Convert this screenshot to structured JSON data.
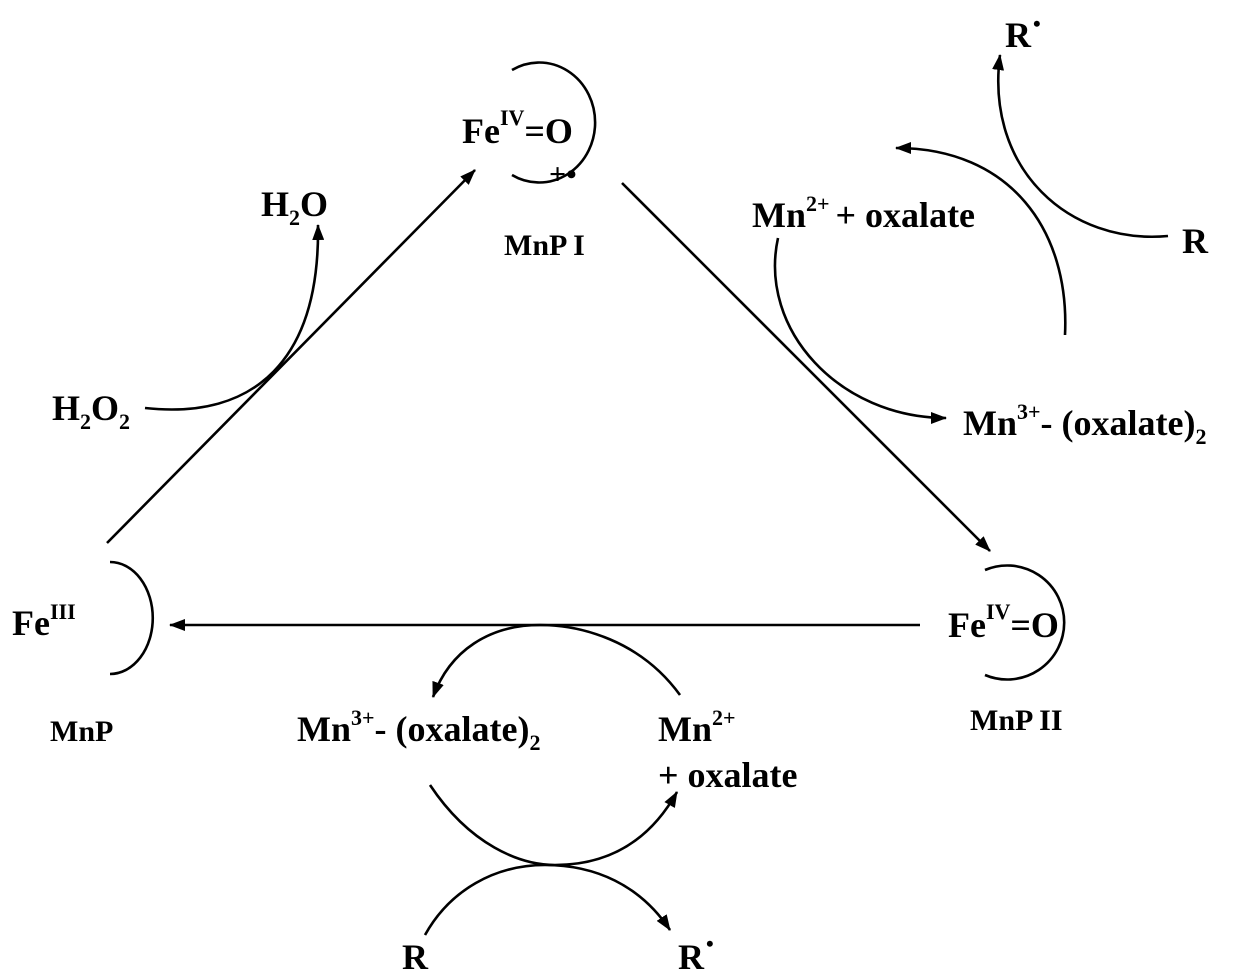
{
  "diagram": {
    "nodes": {
      "mnp": {
        "formula_base": "Fe",
        "formula_sup": "III",
        "name": "MnP"
      },
      "mnp1": {
        "formula_base": "Fe",
        "formula_sup": "IV",
        "formula_bond": "=O",
        "radical": "+•",
        "name": "MnP I"
      },
      "mnp2": {
        "formula_base": "Fe",
        "formula_sup": "IV",
        "formula_bond": "=O",
        "name": "MnP II"
      }
    },
    "h2o2_step": {
      "h2o2_a": "H",
      "h2o2_a_sub": "2",
      "h2o2_b": "O",
      "h2o2_b_sub": "2",
      "h2o_a": "H",
      "h2o_a_sub": "2",
      "h2o_b": "O"
    },
    "upper_mn_cycle": {
      "mn2": "Mn",
      "mn2_sup": "2+",
      "oxalate": "+  oxalate",
      "mn3": "Mn",
      "mn3_sup": "3+",
      "mn3_rest": "- (oxalate)",
      "mn3_sub": "2",
      "substrate": "R",
      "radical": "R",
      "radical_dot": "•"
    },
    "lower_mn_cycle": {
      "mn3": "Mn",
      "mn3_sup": "3+",
      "mn3_rest": "- (oxalate)",
      "mn3_sub": "2",
      "mn2": "Mn",
      "mn2_sup": "2+",
      "oxalate": "+  oxalate",
      "substrate": "R",
      "radical": "R",
      "radical_dot": "•"
    }
  }
}
